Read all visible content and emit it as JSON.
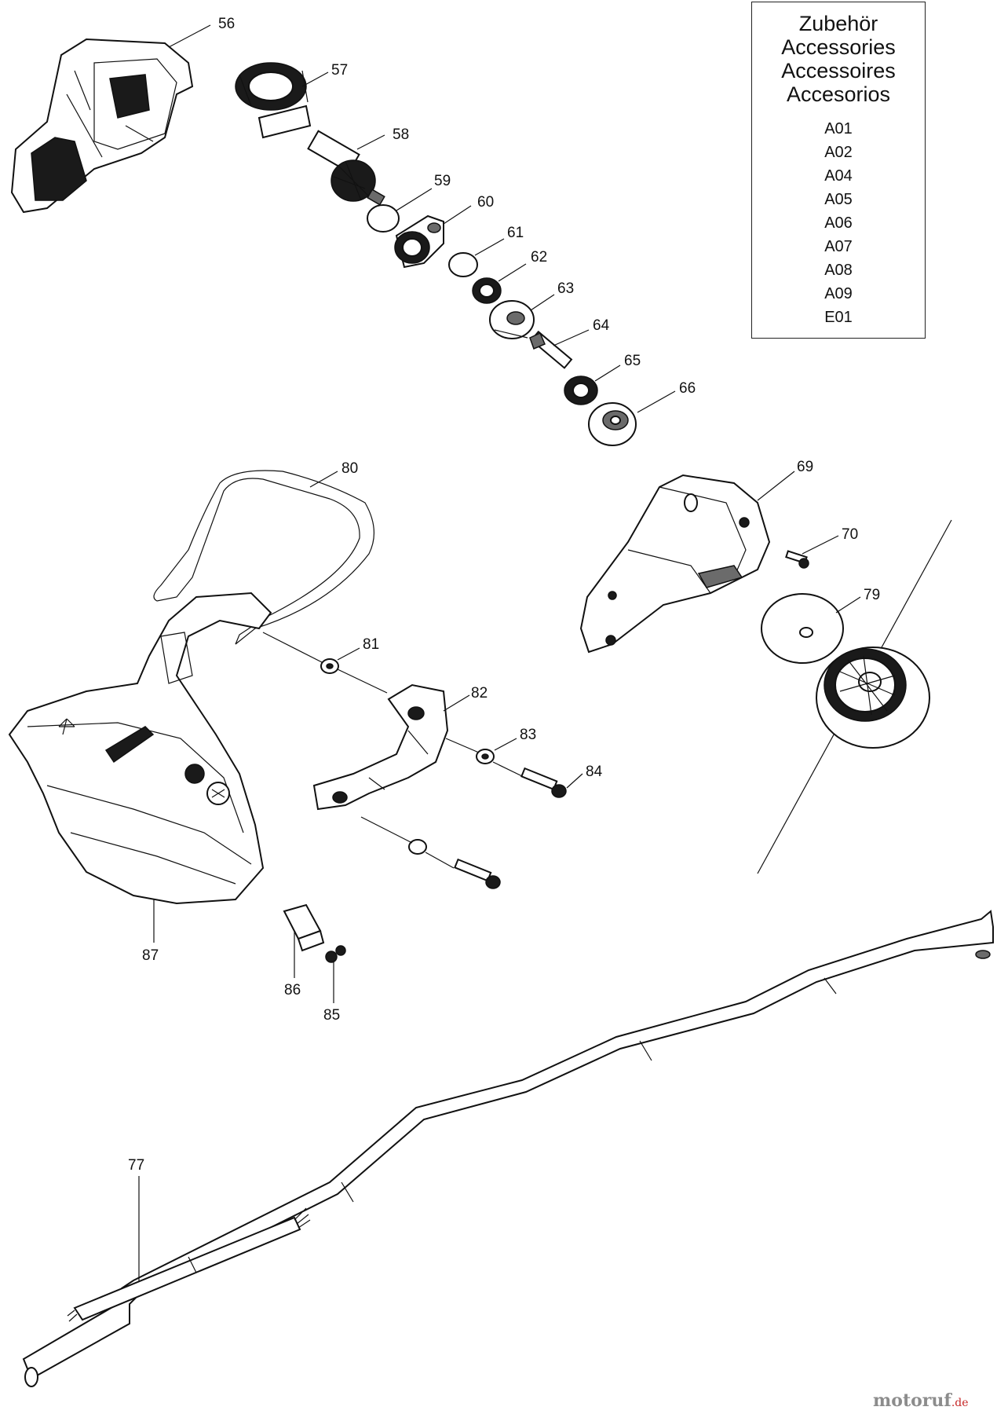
{
  "accessories": {
    "titles": [
      "Zubehör",
      "Accessories",
      "Accessoires",
      "Accesorios"
    ],
    "items": [
      "A01",
      "A02",
      "A04",
      "A05",
      "A06",
      "A07",
      "A08",
      "A09",
      "E01"
    ]
  },
  "callouts": {
    "56": "56",
    "57": "57",
    "58": "58",
    "59": "59",
    "60": "60",
    "61": "61",
    "62": "62",
    "63": "63",
    "64": "64",
    "65": "65",
    "66": "66",
    "69": "69",
    "70": "70",
    "77": "77",
    "79": "79",
    "80": "80",
    "81": "81",
    "82": "82",
    "83": "83",
    "84": "84",
    "85": "85",
    "86": "86",
    "87": "87"
  },
  "watermark": {
    "text": "motoruf",
    "suffix": ".de"
  }
}
